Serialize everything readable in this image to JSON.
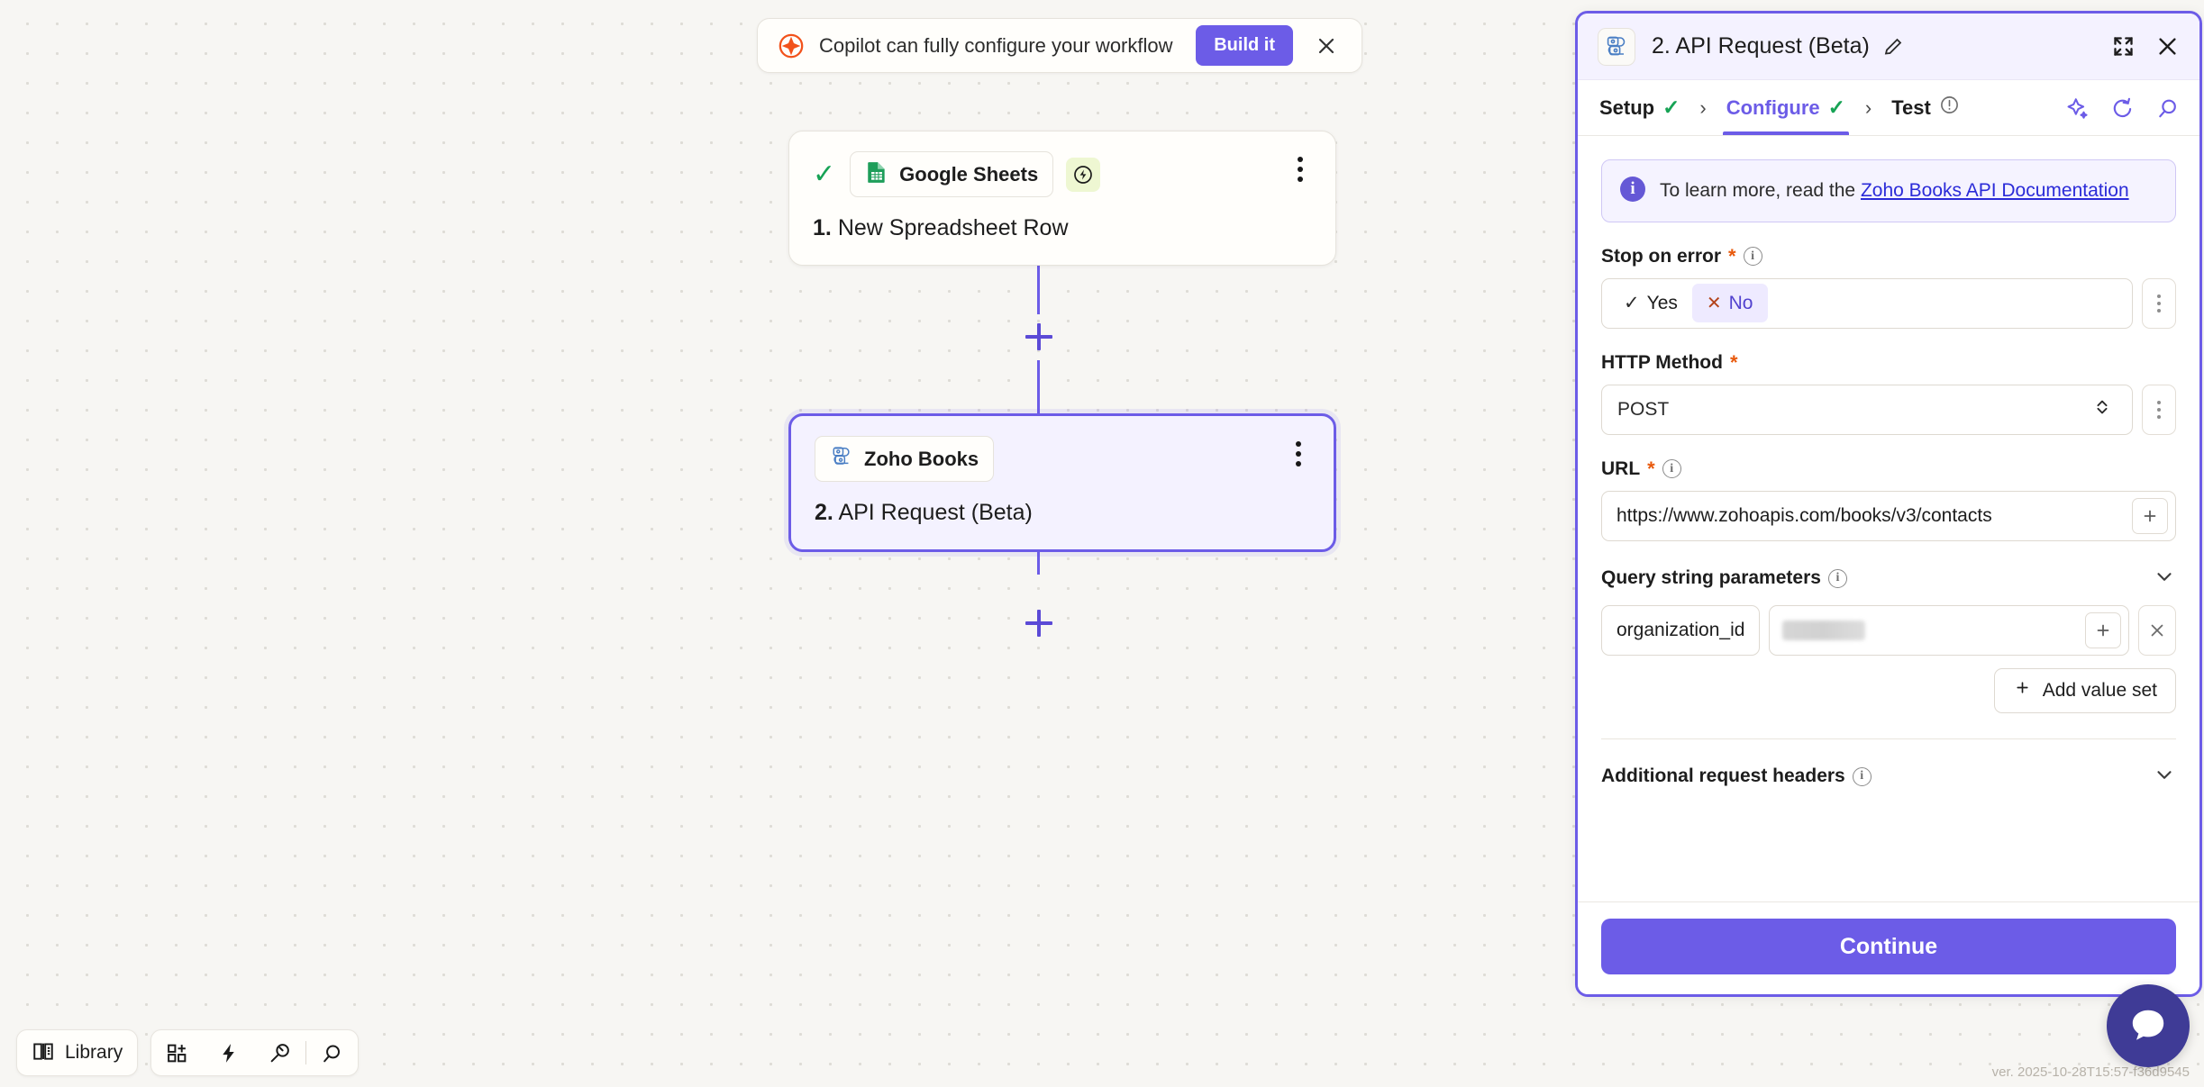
{
  "banner": {
    "icon": "copilot-icon",
    "message": "Copilot can fully configure your workflow",
    "build_label": "Build it",
    "close_label": "✕"
  },
  "flow": {
    "nodes": [
      {
        "app": "Google Sheets",
        "title_number": "1.",
        "title": "New Spreadsheet Row",
        "status_icon": "check-icon",
        "badge_icon": "instant-bolt-icon",
        "selected": false
      },
      {
        "app": "Zoho Books",
        "title_number": "2.",
        "title": "API Request (Beta)",
        "selected": true
      }
    ],
    "add_step_label": "+"
  },
  "toolbar": {
    "library_label": "Library",
    "icons": [
      "library-book-icon",
      "apps-grid-add-icon",
      "bolt-icon",
      "tools-wrench-icon",
      "search-icon"
    ]
  },
  "version": "ver. 2025-10-28T15:57-f36d9545",
  "panel": {
    "app_icon": "zoho-books-icon",
    "title": "2. API Request (Beta)",
    "edit_icon": "pencil-icon",
    "expand_icon": "expand-icon",
    "close_icon": "close-icon",
    "tabs": [
      {
        "label": "Setup",
        "state": "complete",
        "active": false
      },
      {
        "label": "Configure",
        "state": "complete",
        "active": true
      },
      {
        "label": "Test",
        "state": "warning",
        "active": false
      }
    ],
    "tab_separator": "›",
    "tab_actions": [
      "ai-sparkle-icon",
      "refresh-icon",
      "search-icon"
    ],
    "info": {
      "prefix": "To learn more, read the ",
      "link": "Zoho Books API Documentation"
    },
    "fields": {
      "stop_on_error": {
        "label": "Stop on error",
        "required": true,
        "has_info": true,
        "options": [
          {
            "label": "Yes",
            "icon": "check",
            "selected": false
          },
          {
            "label": "No",
            "icon": "cross",
            "selected": true
          }
        ]
      },
      "http_method": {
        "label": "HTTP Method",
        "required": true,
        "has_info": false,
        "value": "POST"
      },
      "url": {
        "label": "URL",
        "required": true,
        "has_info": true,
        "value": "https://www.zohoapis.com/books/v3/contacts",
        "add_icon": "plus-icon"
      },
      "query_string": {
        "label": "Query string parameters",
        "has_info": true,
        "expanded": true,
        "rows": [
          {
            "key": "organization_id",
            "value": "",
            "redacted": true
          }
        ],
        "add_value_set_label": "Add value set",
        "remove_icon": "✕"
      },
      "additional_headers": {
        "label": "Additional request headers",
        "has_info": true,
        "expanded": false
      }
    },
    "continue_label": "Continue"
  },
  "chat": {
    "icon": "chat-bubble-icon"
  },
  "colors": {
    "accent": "#6c5ce7",
    "accent_light": "#f4f2ff",
    "canvas": "#f7f6f3",
    "success": "#17a355",
    "required": "#e8590c",
    "link": "#2b2bd8",
    "chat_fab": "#3f3b96"
  }
}
